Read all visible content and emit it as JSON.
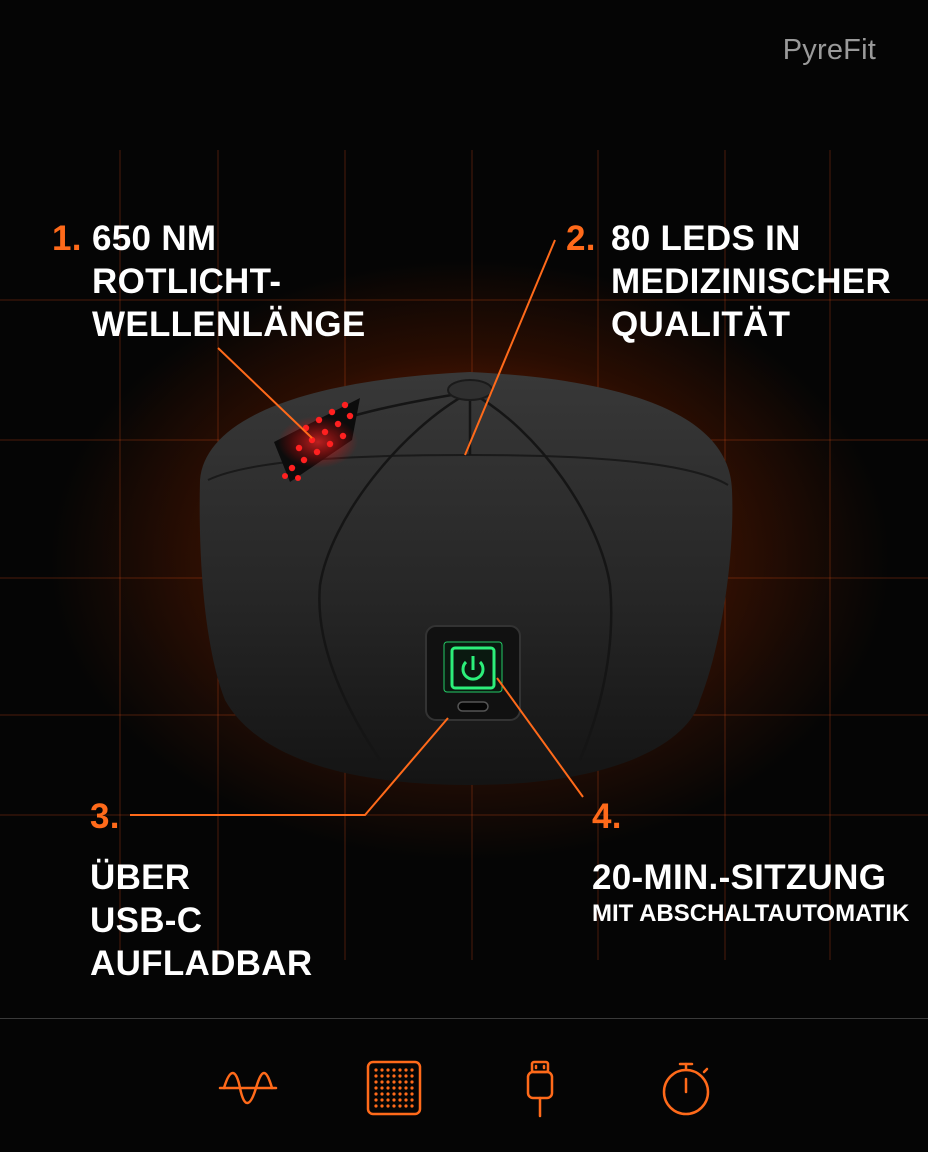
{
  "brand": "PyreFit",
  "callouts": {
    "c1": {
      "number": "1.",
      "lines": [
        "650 NM",
        "ROTLICHT-",
        "WELLENLÄNGE"
      ]
    },
    "c2": {
      "number": "2.",
      "lines": [
        "80 LEDS IN",
        "MEDIZINISCHER",
        "QUALITÄT"
      ]
    },
    "c3": {
      "number": "3.",
      "lines": [
        "ÜBER",
        "USB-C",
        "AUFLADBAR"
      ]
    },
    "c4": {
      "number": "4.",
      "line_big": "20-MIN.-SITZUNG",
      "line_small": "MIT ABSCHALTAUTOMATIK"
    }
  },
  "icons": [
    "wave-icon",
    "led-grid-icon",
    "usb-cable-icon",
    "stopwatch-icon"
  ],
  "colors": {
    "accent": "#ff6a1a",
    "device": "#2b2b2b",
    "power_glow": "#22e06a",
    "led_red": "#ff1a1a"
  }
}
